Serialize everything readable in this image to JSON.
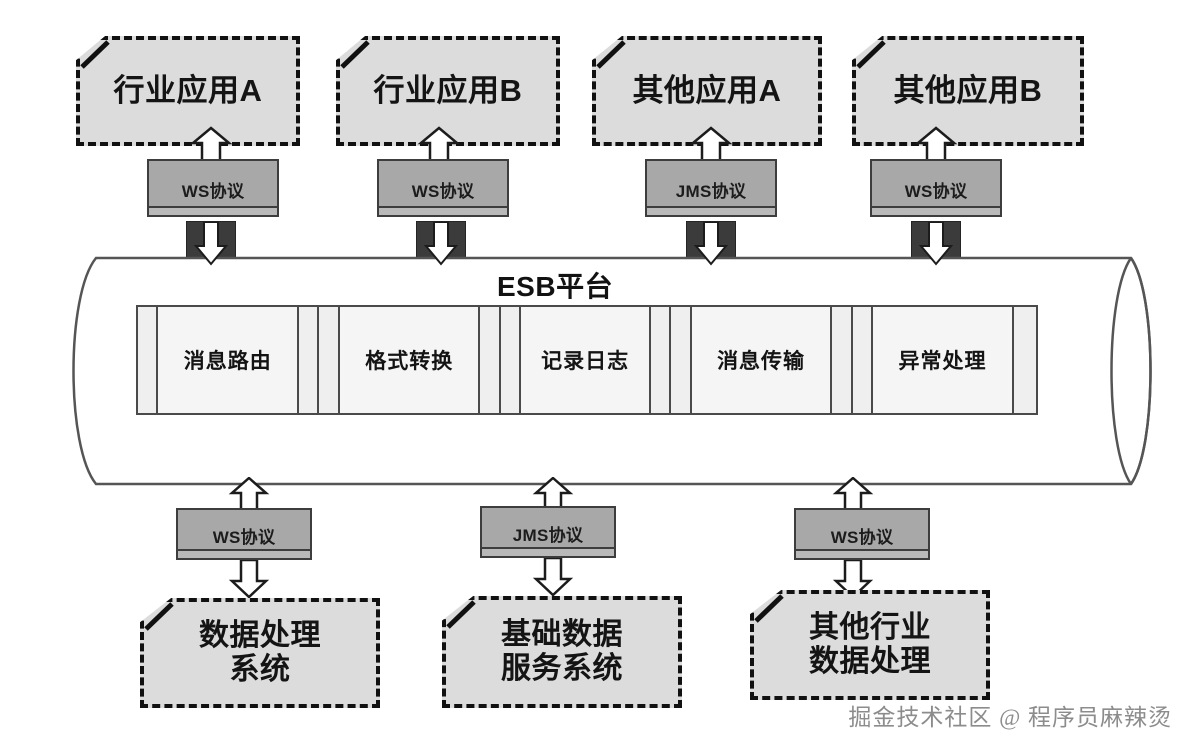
{
  "diagram": {
    "title": "ESB平台",
    "esb_platform_label": "ESB平台",
    "modules": [
      {
        "label": "消息路由"
      },
      {
        "label": "格式转换"
      },
      {
        "label": "记录日志"
      },
      {
        "label": "消息传输"
      },
      {
        "label": "异常处理"
      }
    ],
    "top_applications": [
      {
        "label": "行业应用A",
        "protocol": "WS协议"
      },
      {
        "label": "行业应用B",
        "protocol": "WS协议"
      },
      {
        "label": "其他应用A",
        "protocol": "JMS协议"
      },
      {
        "label": "其他应用B",
        "protocol": "WS协议"
      }
    ],
    "bottom_systems": [
      {
        "label": "数据处理\n系统",
        "line1": "数据处理",
        "line2": "系统",
        "protocol": "WS协议"
      },
      {
        "label": "基础数据\n服务系统",
        "line1": "基础数据",
        "line2": "服务系统",
        "protocol": "JMS协议"
      },
      {
        "label": "其他行业\n数据处理",
        "line1": "其他行业",
        "line2": "数据处理",
        "protocol": "WS协议"
      }
    ],
    "watermark": "掘金技术社区 @ 程序员麻辣烫",
    "colors": {
      "app_fill": "#dcdcdc",
      "app_border": "#111111",
      "protocol_fill": "#a8a8a8",
      "protocol_ledge": "#b9b9b9",
      "protocol_border": "#3d3d3d",
      "connector_dark": "#3b3b3b",
      "cylinder_stroke": "#555555",
      "cylinder_fill": "#ffffff",
      "module_fill": "#f5f5f5",
      "module_border": "#4a4a4a",
      "background": "#ffffff",
      "watermark": "#8c8c8c"
    }
  }
}
